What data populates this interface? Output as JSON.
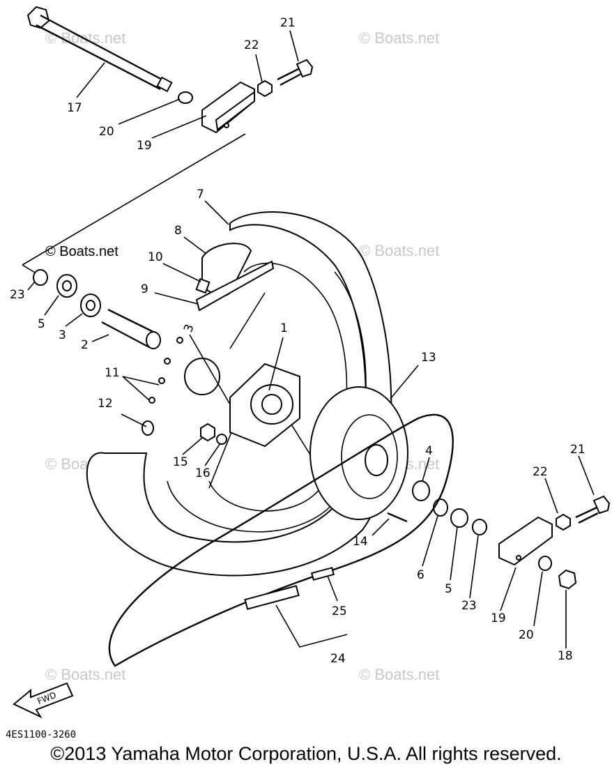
{
  "diagram": {
    "drawing_code": "4ES1100-3260",
    "copyright": "©2013 Yamaha Motor Corporation, U.S.A. All rights reserved.",
    "fwd_label": "FWD",
    "watermarks": [
      "© Boats.net",
      "© Boats.net",
      "© Boats.net",
      "© Boats.net",
      "© Boats.net",
      "© Boats.net",
      "© Boats.net",
      "© Boats.net"
    ],
    "part_numbers": [
      "17",
      "20",
      "19",
      "22",
      "21",
      "7",
      "8",
      "10",
      "9",
      "23",
      "5",
      "3",
      "2",
      "11",
      "3",
      "1",
      "12",
      "15",
      "16",
      "13",
      "4",
      "14",
      "6",
      "5",
      "23",
      "22",
      "21",
      "19",
      "20",
      "18",
      "25",
      "24"
    ]
  }
}
